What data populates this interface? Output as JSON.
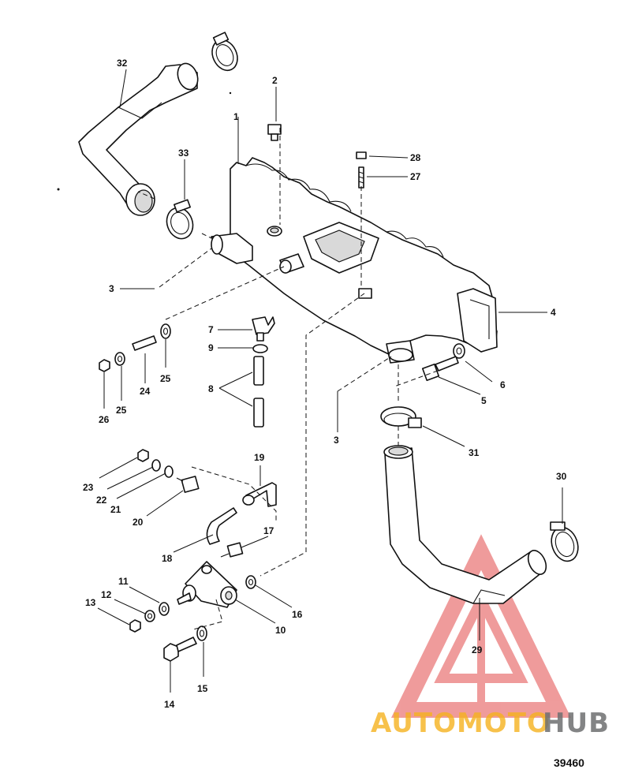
{
  "diagram": {
    "callouts": {
      "c1": "1",
      "c2": "2",
      "c3a": "3",
      "c3b": "3",
      "c4": "4",
      "c5": "5",
      "c6": "6",
      "c7": "7",
      "c8": "8",
      "c9": "9",
      "c10": "10",
      "c11": "11",
      "c12": "12",
      "c13": "13",
      "c14": "14",
      "c15": "15",
      "c16": "16",
      "c17": "17",
      "c18": "18",
      "c19": "19",
      "c20": "20",
      "c21": "21",
      "c22": "22",
      "c23": "23",
      "c24": "24",
      "c25a": "25",
      "c25b": "25",
      "c26": "26",
      "c27": "27",
      "c28": "28",
      "c29": "29",
      "c30": "30",
      "c31": "31",
      "c32": "32",
      "c33": "33"
    },
    "figure_number": "39460"
  },
  "watermark": {
    "text_part1": "AUTOMOTO",
    "text_part2": "HUB",
    "color_part1": "#f5b21e",
    "color_part2": "#6d6e70",
    "logo_color": "#e24b4b"
  }
}
